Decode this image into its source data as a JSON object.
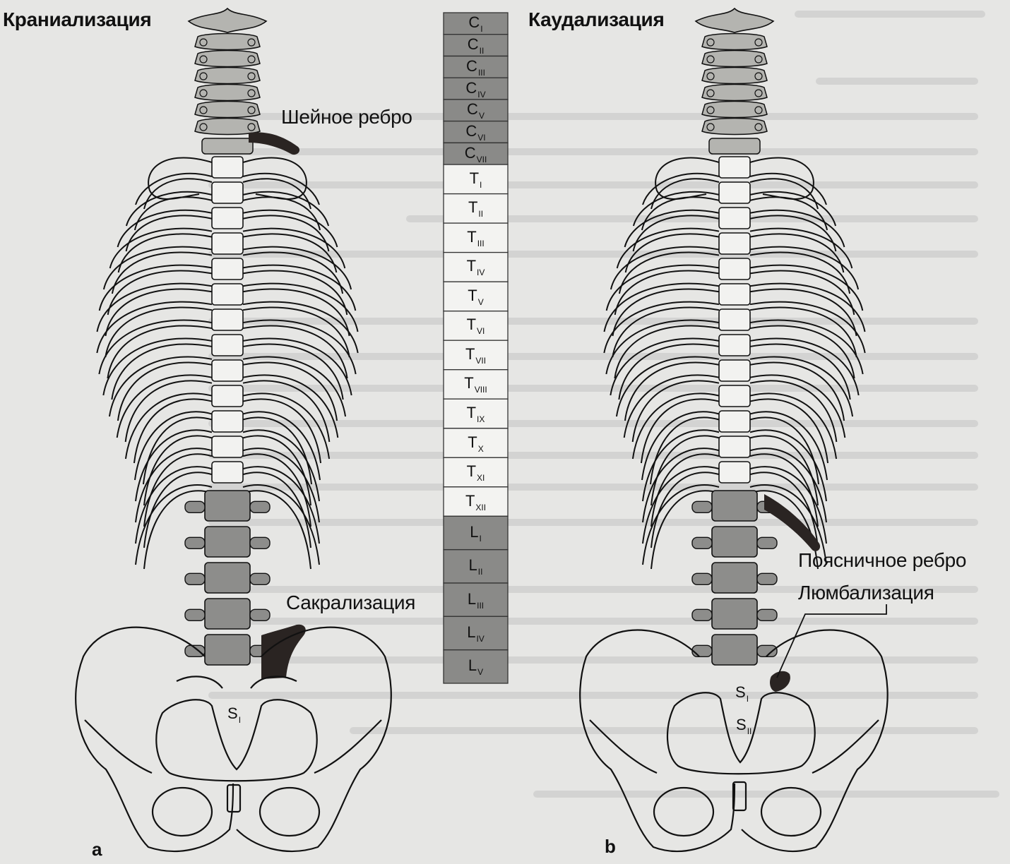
{
  "labels": {
    "cranialization": "Краниализация",
    "caudalization": "Каудализация",
    "cervical_rib": "Шейное ребро",
    "sacralization": "Сакрализация",
    "lumbar_rib": "Поясничное ребро",
    "lumbarization": "Люмбализация",
    "panel_a": "a",
    "panel_b": "b"
  },
  "segments": [
    {
      "letter": "C",
      "sub": "I",
      "region": "cervical"
    },
    {
      "letter": "C",
      "sub": "II",
      "region": "cervical"
    },
    {
      "letter": "C",
      "sub": "III",
      "region": "cervical"
    },
    {
      "letter": "C",
      "sub": "IV",
      "region": "cervical"
    },
    {
      "letter": "C",
      "sub": "V",
      "region": "cervical"
    },
    {
      "letter": "C",
      "sub": "VI",
      "region": "cervical"
    },
    {
      "letter": "C",
      "sub": "VII",
      "region": "cervical"
    },
    {
      "letter": "T",
      "sub": "I",
      "region": "thoracic"
    },
    {
      "letter": "T",
      "sub": "II",
      "region": "thoracic"
    },
    {
      "letter": "T",
      "sub": "III",
      "region": "thoracic"
    },
    {
      "letter": "T",
      "sub": "IV",
      "region": "thoracic"
    },
    {
      "letter": "T",
      "sub": "V",
      "region": "thoracic"
    },
    {
      "letter": "T",
      "sub": "VI",
      "region": "thoracic"
    },
    {
      "letter": "T",
      "sub": "VII",
      "region": "thoracic"
    },
    {
      "letter": "T",
      "sub": "VIII",
      "region": "thoracic"
    },
    {
      "letter": "T",
      "sub": "IX",
      "region": "thoracic"
    },
    {
      "letter": "T",
      "sub": "X",
      "region": "thoracic"
    },
    {
      "letter": "T",
      "sub": "XI",
      "region": "thoracic"
    },
    {
      "letter": "T",
      "sub": "XII",
      "region": "thoracic"
    },
    {
      "letter": "L",
      "sub": "I",
      "region": "lumbar"
    },
    {
      "letter": "L",
      "sub": "II",
      "region": "lumbar"
    },
    {
      "letter": "L",
      "sub": "III",
      "region": "lumbar"
    },
    {
      "letter": "L",
      "sub": "IV",
      "region": "lumbar"
    },
    {
      "letter": "L",
      "sub": "V",
      "region": "lumbar"
    }
  ],
  "sacral_labels": {
    "a_s1": {
      "letter": "S",
      "sub": "I"
    },
    "b_s1": {
      "letter": "S",
      "sub": "I"
    },
    "b_s2": {
      "letter": "S",
      "sub": "II"
    }
  },
  "colors": {
    "cervical": "#8a8a88",
    "thoracic": "#f3f3f1",
    "lumbar": "#8a8a88",
    "anomaly": "#2a2422",
    "lumbar_vertebra": "#8d8d8b",
    "cervical_vertebra": "#b4b4b0"
  }
}
